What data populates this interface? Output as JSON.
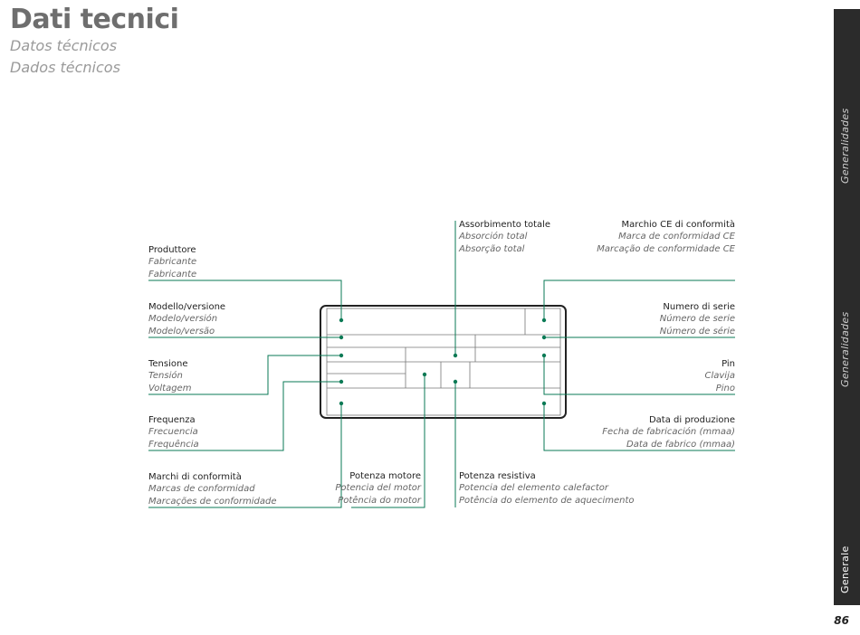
{
  "header": {
    "title": "Dati tecnici",
    "subtitle_es": "Datos técnicos",
    "subtitle_pt": "Dados técnicos"
  },
  "sidebar": {
    "tab_upper": "Generalidades",
    "tab_middle": "Generalidades",
    "tab_active": "Generale"
  },
  "page_number": "86",
  "colors": {
    "accent": "#0a7a55",
    "sidebar": "#2b2b2b",
    "title": "#6e6e6e"
  },
  "labels": {
    "produttore": {
      "it": "Produttore",
      "es": "Fabricante",
      "pt": "Fabricante"
    },
    "modello": {
      "it": "Modello/versione",
      "es": "Modelo/versión",
      "pt": "Modelo/versão"
    },
    "tensione": {
      "it": "Tensione",
      "es": "Tensión",
      "pt": "Voltagem"
    },
    "frequenza": {
      "it": "Frequenza",
      "es": "Frecuencia",
      "pt": "Frequência"
    },
    "marchi": {
      "it": "Marchi di conformità",
      "es": "Marcas de conformidad",
      "pt": "Marcações de conformidade"
    },
    "assorbimento": {
      "it": "Assorbimento totale",
      "es": "Absorción total",
      "pt": "Absorção total"
    },
    "potenza_motore": {
      "it": "Potenza motore",
      "es": "Potencia del motor",
      "pt": "Potência do motor"
    },
    "potenza_resistiva": {
      "it": "Potenza resistiva",
      "es": "Potencia del elemento calefactor",
      "pt": "Potência do elemento de aquecimento"
    },
    "marchio_ce": {
      "it": "Marchio CE di conformità",
      "es": "Marca de conformidad CE",
      "pt": "Marcação de conformidade CE"
    },
    "numero_serie": {
      "it": "Numero di serie",
      "es": "Número de serie",
      "pt": "Número de série"
    },
    "pin": {
      "it": "Pin",
      "es": "Clavija",
      "pt": "Pino"
    },
    "data_produzione": {
      "it": "Data di produzione",
      "es": "Fecha de fabricación (mmaa)",
      "pt": "Data de fabrico (mmaa)"
    }
  }
}
